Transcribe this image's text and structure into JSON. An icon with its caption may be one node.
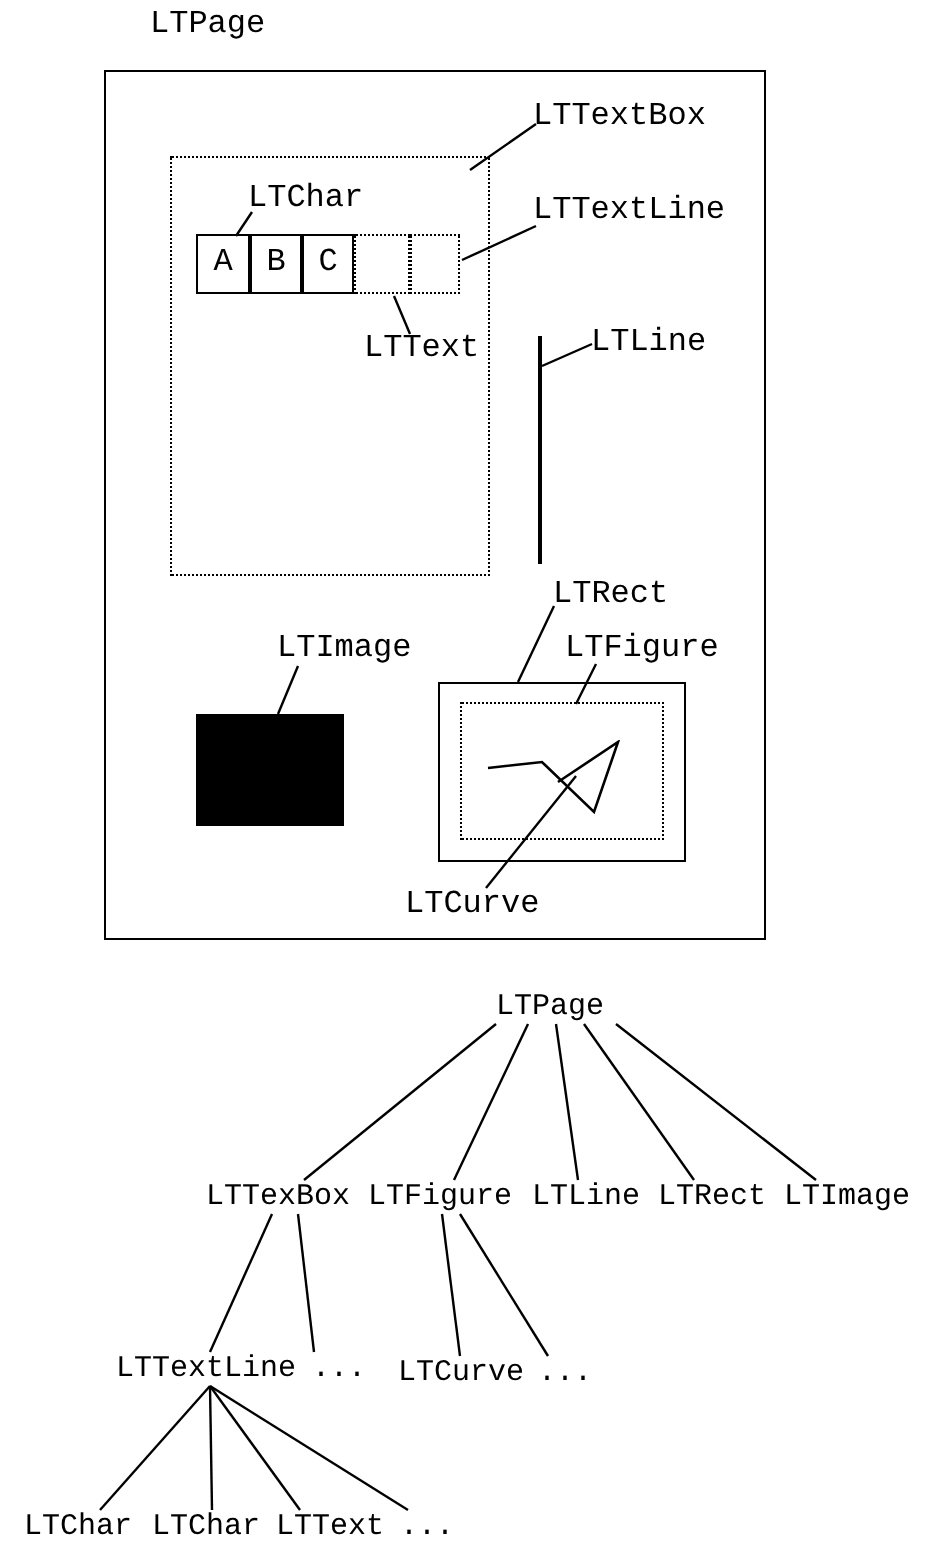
{
  "diagram": {
    "nodes": [
      {
        "text": [
          "LTPage"
        ]
      },
      {
        "text": [
          "LTTextBox"
        ],
        "in": 0
      },
      {
        "text": [],
        "shape": "box",
        "in": 0
      },
      {
        "text": [
          "LTChar"
        ],
        "in": 2
      },
      {
        "text": [
          "A"
        ],
        "in": 2
      },
      {
        "text": [
          "B"
        ],
        "in": 2
      },
      {
        "text": [
          "C"
        ],
        "in": 2
      },
      {
        "text": [],
        "shape": "box",
        "in": 2
      },
      {
        "text": [],
        "shape": "box",
        "in": 2
      },
      {
        "text": [
          "LTTextLine"
        ],
        "in": 0
      },
      {
        "text": [
          "LTText"
        ],
        "in": 2
      },
      {
        "text": [
          "LTLine"
        ],
        "in": 0
      },
      {
        "text": [],
        "shape": "line",
        "in": 0
      },
      {
        "text": [
          "LTRect"
        ],
        "in": 0
      },
      {
        "text": [
          "LTFigure"
        ],
        "in": 0
      },
      {
        "text": [
          "LTImage"
        ],
        "in": 0
      },
      {
        "text": [],
        "shape": "box",
        "in": 0
      },
      {
        "text": [],
        "shape": "box",
        "in": 0
      },
      {
        "text": [],
        "shape": "box",
        "in": 17
      },
      {
        "text": [],
        "shape": "curve",
        "in": 18
      },
      {
        "text": [
          "LTCurve"
        ],
        "in": 0
      },
      {
        "text": [
          "LTPage"
        ]
      },
      {
        "text": [
          "LTTexBox"
        ]
      },
      {
        "text": [
          "LTFigure"
        ]
      },
      {
        "text": [
          "LTLine"
        ]
      },
      {
        "text": [
          "LTRect"
        ]
      },
      {
        "text": [
          "LTImage"
        ]
      },
      {
        "text": [
          "LTTextLine"
        ]
      },
      {
        "text": [
          "..."
        ]
      },
      {
        "text": [
          "LTCurve"
        ]
      },
      {
        "text": [
          "..."
        ]
      },
      {
        "text": [
          "LTChar"
        ]
      },
      {
        "text": [
          "LTChar"
        ]
      },
      {
        "text": [
          "LTText"
        ]
      },
      {
        "text": [
          "..."
        ]
      }
    ],
    "edges": [
      {
        "from": 1,
        "to": 2,
        "arrow": "none"
      },
      {
        "from": 3,
        "to": 4,
        "arrow": "none"
      },
      {
        "from": 9,
        "to": 8,
        "arrow": "none"
      },
      {
        "from": 10,
        "to": 7,
        "arrow": "none"
      },
      {
        "from": 11,
        "to": 12,
        "arrow": "none"
      },
      {
        "from": 13,
        "to": 17,
        "arrow": "none"
      },
      {
        "from": 14,
        "to": 18,
        "arrow": "none"
      },
      {
        "from": 15,
        "to": 16,
        "arrow": "none"
      },
      {
        "from": 20,
        "to": 19,
        "arrow": "none"
      },
      {
        "from": 21,
        "to": 22,
        "arrow": "none"
      },
      {
        "from": 21,
        "to": 23,
        "arrow": "none"
      },
      {
        "from": 21,
        "to": 24,
        "arrow": "none"
      },
      {
        "from": 21,
        "to": 25,
        "arrow": "none"
      },
      {
        "from": 21,
        "to": 26,
        "arrow": "none"
      },
      {
        "from": 22,
        "to": 27,
        "arrow": "none"
      },
      {
        "from": 22,
        "to": 28,
        "arrow": "none"
      },
      {
        "from": 23,
        "to": 29,
        "arrow": "none"
      },
      {
        "from": 23,
        "to": 30,
        "arrow": "none"
      },
      {
        "from": 27,
        "to": 31,
        "arrow": "none"
      },
      {
        "from": 27,
        "to": 32,
        "arrow": "none"
      },
      {
        "from": 27,
        "to": 33,
        "arrow": "none"
      },
      {
        "from": 27,
        "to": 34,
        "arrow": "none"
      }
    ]
  }
}
